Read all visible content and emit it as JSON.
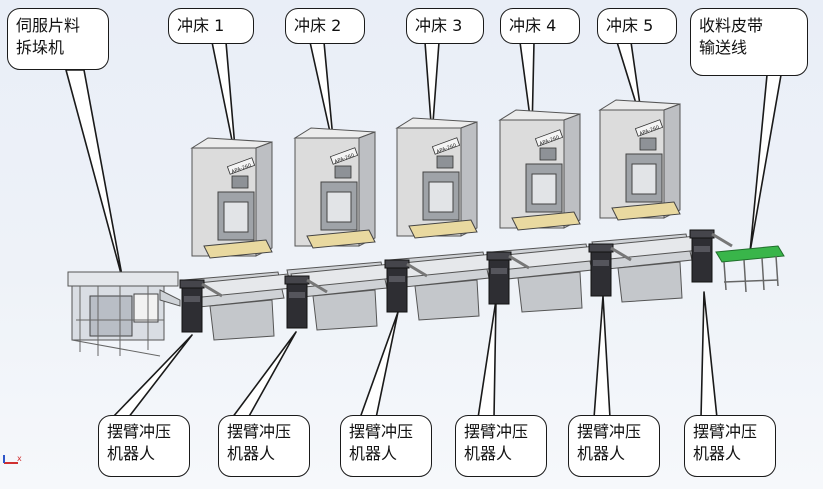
{
  "labels": {
    "feeder": [
      "伺服片料",
      "拆垛机"
    ],
    "presses": [
      "冲床 1",
      "冲床 2",
      "冲床 3",
      "冲床 4",
      "冲床 5"
    ],
    "conveyor": [
      "收料皮带",
      "输送线"
    ],
    "robot": [
      "摆臂冲压",
      "机器人"
    ],
    "press_plate": "APA-260"
  },
  "robot_count": 6,
  "colors": {
    "background": "#eef2f8",
    "press_body": "#dcdcdc",
    "bolster_plate": "#e9d9a0",
    "robot": "#2e2e33",
    "belt": "#39b54a",
    "frame": "#9aa0a8"
  }
}
